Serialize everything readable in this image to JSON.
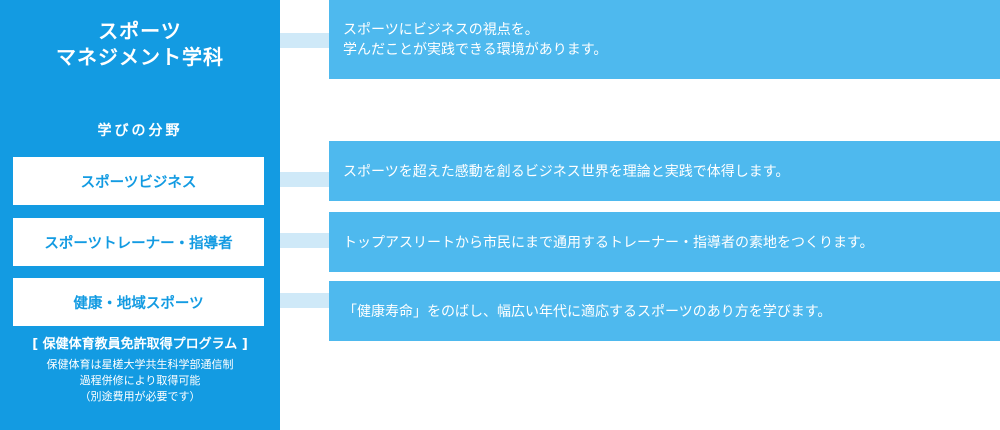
{
  "department": {
    "title_line1": "スポーツ",
    "title_line2": "マネジメント学科",
    "intro_line1": "スポーツにビジネスの視点を。",
    "intro_line2": "学んだことが実践できる環境があります。"
  },
  "fields": {
    "heading": "学びの分野",
    "items": [
      {
        "label": "スポーツビジネス",
        "description": "スポーツを超えた感動を創るビジネス世界を理論と実践で体得します。"
      },
      {
        "label": "スポーツトレーナー・指導者",
        "description": "トップアスリートから市民にまで通用するトレーナー・指導者の素地をつくります。"
      },
      {
        "label": "健康・地域スポーツ",
        "description": "「健康寿命」をのばし、幅広い年代に適応するスポーツのあり方を学びます。"
      }
    ]
  },
  "program": {
    "title": "[ 保健体育教員免許取得プログラム ]",
    "note_line1": "保健体育は星槎大学共生科学部通信制",
    "note_line2": "過程併修により取得可能",
    "note_line3": "（別途費用が必要です）"
  },
  "colors": {
    "panel_blue": "#139be2",
    "description_blue": "#4eb9ee",
    "connector_light_blue": "#cfe9f8",
    "text_white": "#ffffff"
  }
}
